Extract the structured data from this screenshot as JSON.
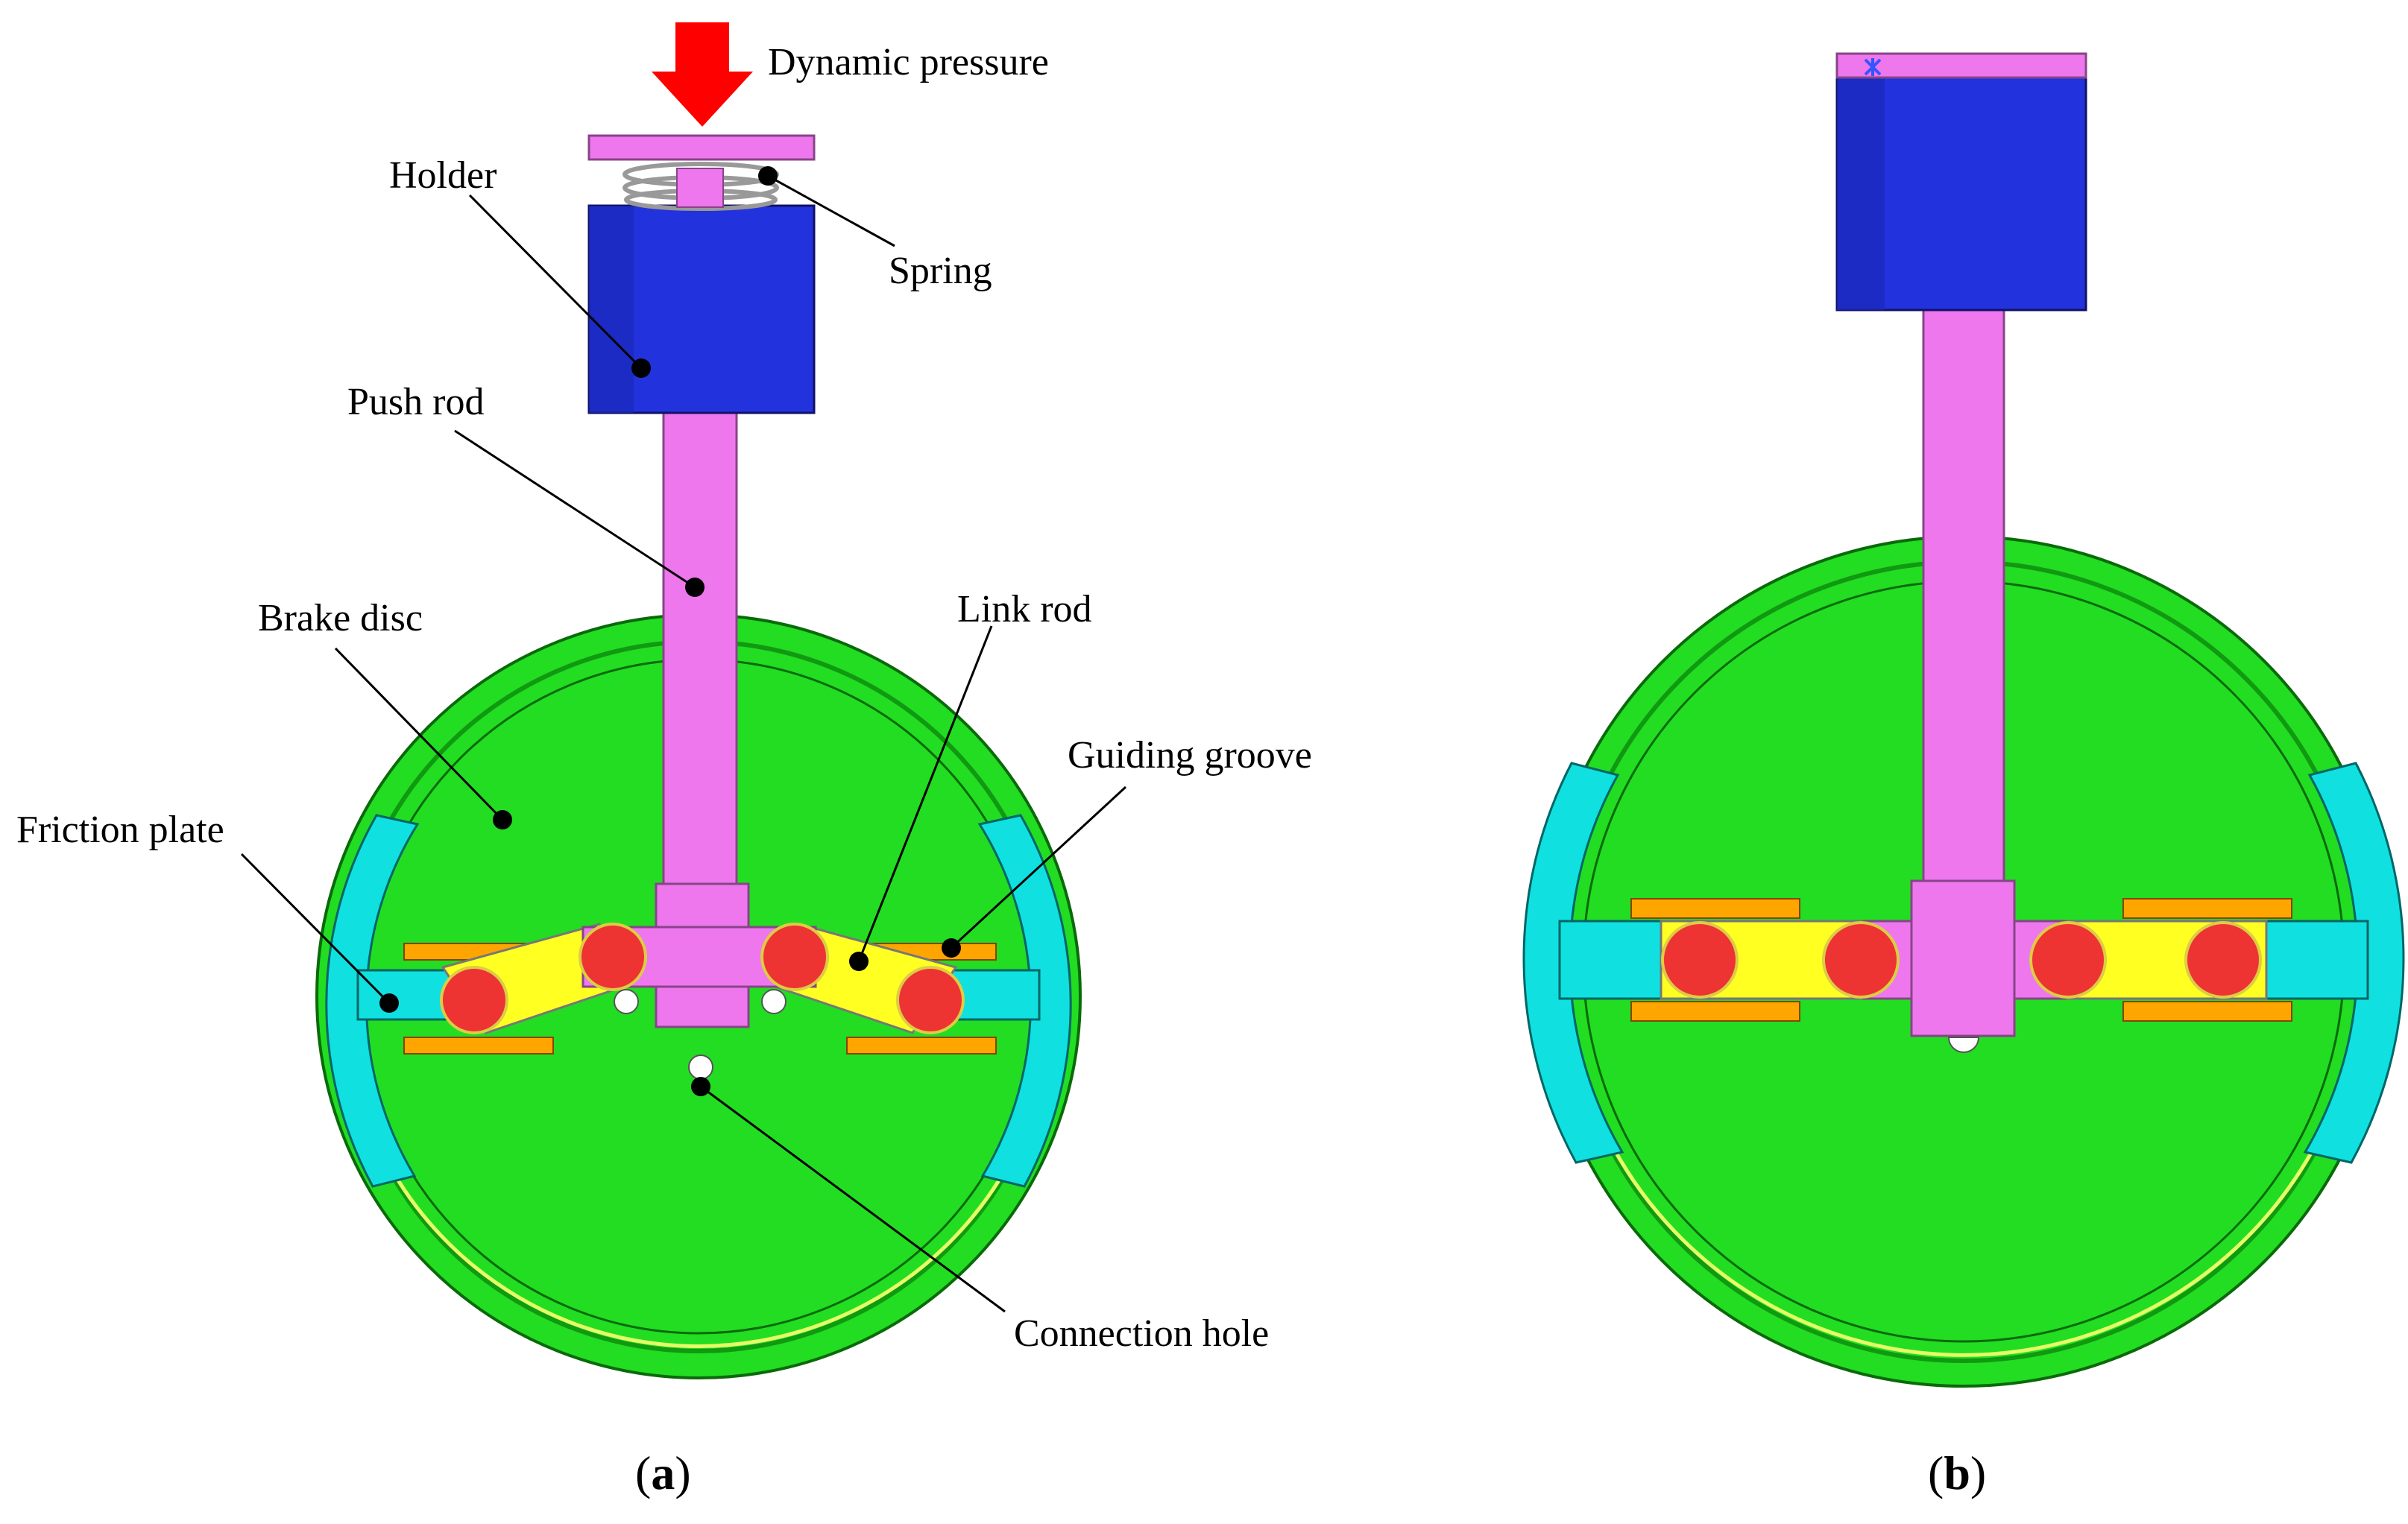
{
  "labels": {
    "dynamic_pressure": "Dynamic pressure",
    "holder": "Holder",
    "spring": "Spring",
    "push_rod": "Push rod",
    "brake_disc": "Brake disc",
    "link_rod": "Link rod",
    "guiding_groove": "Guiding groove",
    "friction_plate": "Friction plate",
    "connection_hole": "Connection hole"
  },
  "captions": {
    "a": {
      "open": "(",
      "letter": "a",
      "close": ")"
    },
    "b": {
      "open": "(",
      "letter": "b",
      "close": ")"
    }
  },
  "colors": {
    "disc": "#22dd22",
    "disc_dark": "#119911",
    "holder": "#2233dd",
    "rod": "#ee77ee",
    "pin": "#ee3333",
    "link": "#ffff22",
    "groove": "#ffa500",
    "friction": "#11e0e0",
    "arrow": "#ff0000"
  }
}
